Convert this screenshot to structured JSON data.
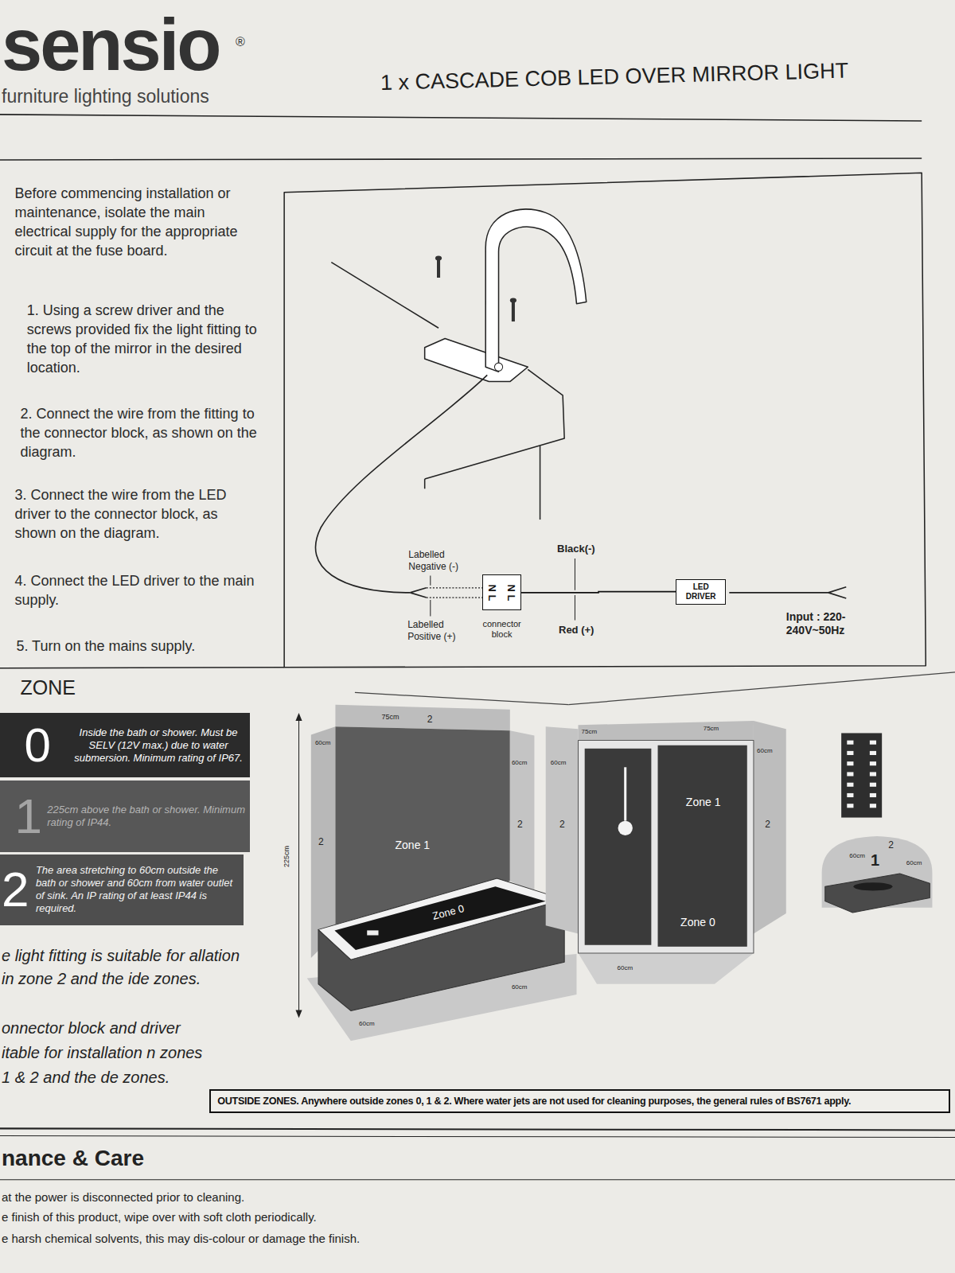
{
  "diagram": {
    "title": "1 x CASCADE COB LED OVER MIRROR LIGHT",
    "nodes": [
      {
        "text": [
          "N L",
          "N L",
          "connector block"
        ]
      },
      {
        "text": [
          "LED DRIVER"
        ]
      },
      {
        "text": [
          "0",
          "Inside the bath or shower. Must be SELV (12V max.) due to water submersion. Minimum rating of IP67."
        ]
      },
      {
        "text": [
          "1",
          "225cm above the bath or shower. Minimum rating of IP44."
        ]
      },
      {
        "text": [
          "2",
          "The area stretching to 60cm outside the bath or shower and 60cm from water outlet of sink. An IP rating of at least IP44 is required."
        ]
      },
      {
        "text": [
          "OUTSIDE ZONES. Anywhere outside zones 0, 1 & 2. Where water jets are not used for cleaning purposes, the general rules of BS7671 apply."
        ]
      }
    ],
    "edges": [
      {
        "from": 0,
        "to": 1,
        "arrow": "none"
      }
    ],
    "labels": [
      "sensio",
      "®",
      "furniture lighting solutions",
      "Before commencing installation or maintenance, isolate the main electrical supply for the appropriate circuit at the fuse board.",
      "1. Using a screw driver and the screws provided fix the light fitting to the top of the mirror in the desired location.",
      "2. Connect the wire from the fitting to the connector block, as shown on the diagram.",
      "3. Connect the wire from the LED driver to the connector block, as shown on the diagram.",
      "4. Connect the LED driver to the main supply.",
      "5. Turn on the mains supply.",
      "Labelled Negative (-)",
      "Labelled Positive (+)",
      "Black(-)",
      "Red (+)",
      "Input : 220-240V~50Hz",
      "ZONE",
      "e light fitting is suitable for allation in zone 2 and the ide zones.",
      "onnector block and driver itable for installation n zones 1 & 2 and the de zones.",
      "nance & Care",
      "at the power is disconnected prior to cleaning.",
      "e finish of this product, wipe over with soft cloth periodically.",
      "e harsh chemical solvents, this may dis-colour or damage the finish.",
      "75cm",
      "2",
      "60cm",
      "225cm",
      "2",
      "Zone 1",
      "Zone 0",
      "60cm",
      "2",
      "60cm",
      "60cm",
      "60cm",
      "2",
      "75cm",
      "75cm",
      "Zone 1",
      "60cm",
      "2",
      "Zone 0",
      "60cm",
      "60cm",
      "1",
      "2",
      "60cm"
    ]
  }
}
